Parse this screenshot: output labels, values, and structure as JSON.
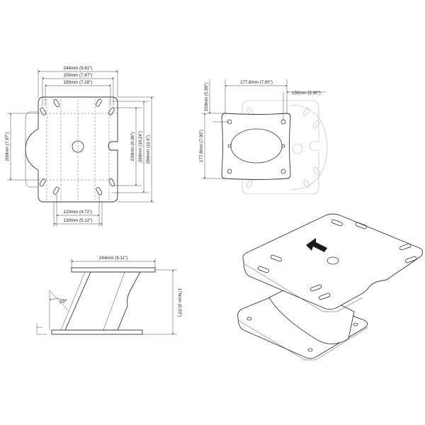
{
  "top_left_view": {
    "dim_244": "244mm (9.61\")",
    "dim_200": "200mm (7.87\")",
    "dim_185": "185mm (7.28\")",
    "dim_200_vert": "200mm (7.87\")",
    "dim_230": "230mm (9.06\")",
    "dim_260": "260mm (10.24\")",
    "dim_294": "294mm (11.6\")",
    "dim_120": "120mm (4.72\")",
    "dim_130": "130mm (5.12\")"
  },
  "top_right_view": {
    "dim_177_horiz": "177.8mm (7.00\")",
    "dim_150_horiz": "150mm (5.90\")",
    "dim_150_vert": "150mm (5.90\")",
    "dim_177_vert": "177.8mm (7.00\")"
  },
  "side_view": {
    "dim_244": "244mm (9.11\")",
    "dim_176": "176mm (6.93\")",
    "angle": "25°"
  }
}
